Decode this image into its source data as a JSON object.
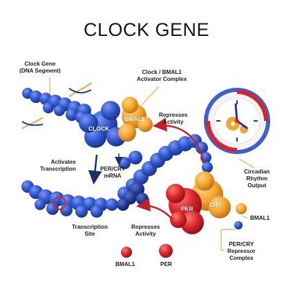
{
  "title": "CLOCK GENE",
  "labels": {
    "clock_gene": [
      "Clock Gene",
      "(DNA Segment)"
    ],
    "activator_complex": [
      "Clock / BMAL1",
      "Activator Complex"
    ],
    "represses_top": [
      "Represses",
      "Activity"
    ],
    "activates": [
      "Activates",
      "Transcription"
    ],
    "mrna": [
      "PER/CRY",
      "mRNA"
    ],
    "circadian": [
      "Circadian",
      "Rhythm",
      "Output"
    ],
    "bmal1_right": "BMAL1",
    "transcription_site": [
      "Transcription",
      "Site"
    ],
    "represses_bottom": [
      "Represses",
      "Activity"
    ],
    "repressor_complex": [
      "PER/CRY",
      "Repressor",
      "Complex"
    ],
    "bmal1_bottom": "BMAL1",
    "per_bottom": "PER"
  },
  "protein_labels": {
    "clock": "CLOCK",
    "bmal1": "BMAL1",
    "per": "PER",
    "cry": "CRY"
  },
  "colors": {
    "blue": "#2e55cc",
    "blue_dark": "#1c3a9e",
    "orange": "#f3a531",
    "red": "#d8252c",
    "arrow_red": "#c31f2b",
    "leader": "#e3b13b"
  },
  "icons": [
    "dna-helix-icon",
    "clock-face-icon",
    "gear-icon"
  ]
}
